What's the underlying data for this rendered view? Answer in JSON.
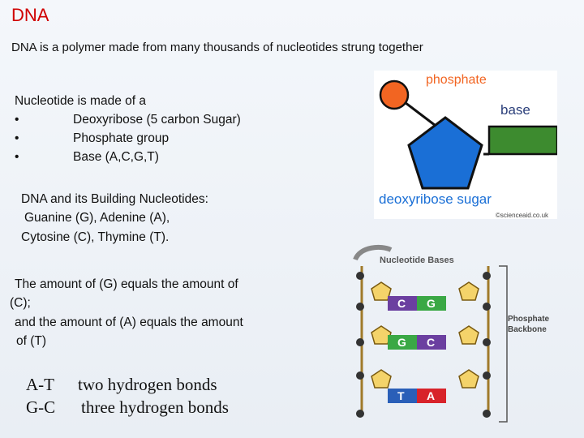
{
  "title": "DNA",
  "intro": "DNA is a  polymer made from many thousands of nucleotides strung together",
  "nucleotide": {
    "heading": "Nucleotide is made of a",
    "bullet": "•",
    "items": [
      "Deoxyribose (5 carbon Sugar)",
      "Phosphate group",
      "Base (A,C,G,T)"
    ]
  },
  "building": {
    "line1": "DNA and its Building Nucleotides:",
    "line2": "Guanine (G), Adenine (A),",
    "line3": "Cytosine (C), Thymine (T)."
  },
  "amount": {
    "line1": "The amount of (G) equals the amount of",
    "line2": "(C);",
    "line3": "and the amount of (A) equals the amount",
    "line4": "of (T)"
  },
  "bonds": {
    "at_pair": "A-T",
    "at_text": "two hydrogen bonds",
    "gc_pair": "G-C",
    "gc_text": "three hydrogen bonds"
  },
  "nucleotide_figure": {
    "phosphate": "phosphate",
    "base": "base",
    "sugar": "deoxyribose sugar",
    "credit": "©scienceaid.co.uk",
    "colors": {
      "phosphate": "#f26522",
      "sugar": "#1a6fd6",
      "base": "#3d8b2f"
    }
  },
  "bases_figure": {
    "title": "Nucleotide Bases",
    "backbone_label_1": "Phosphate",
    "backbone_label_2": "Backbone",
    "pairs": [
      {
        "left": "C",
        "right": "G"
      },
      {
        "left": "G",
        "right": "C"
      },
      {
        "left": "T",
        "right": "A"
      }
    ],
    "colors": {
      "C": "#6b3fa0",
      "G": "#3aa845",
      "T": "#2a5fb8",
      "A": "#d8232a"
    }
  }
}
